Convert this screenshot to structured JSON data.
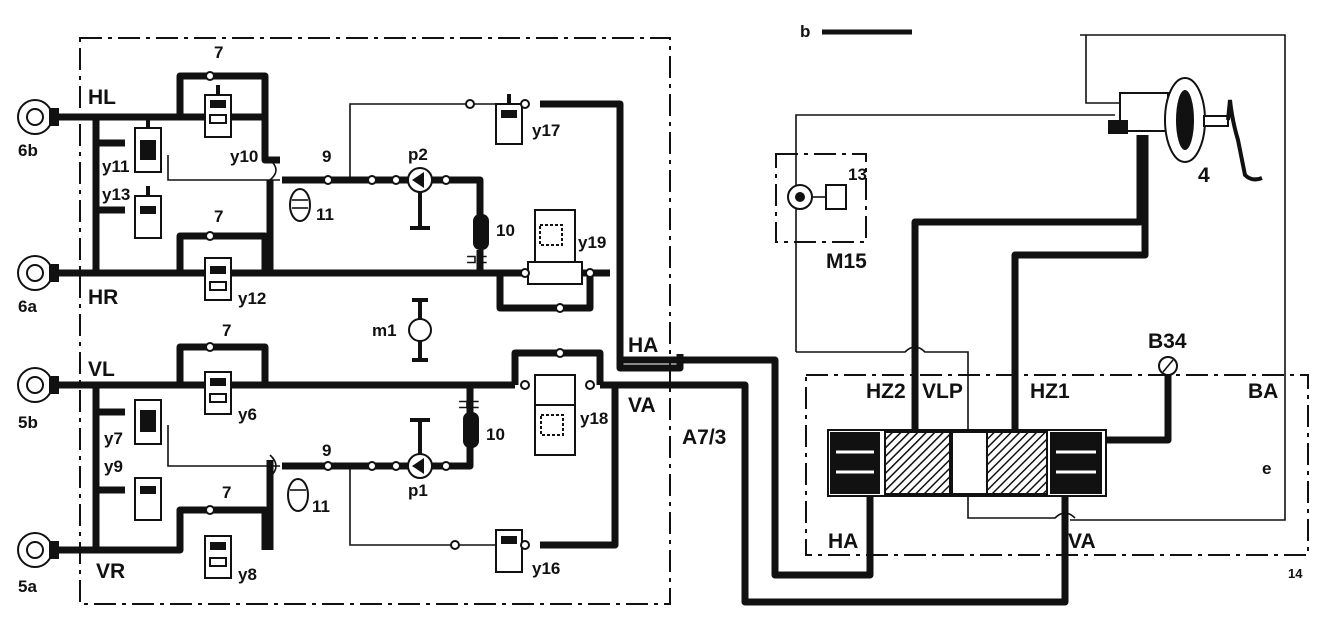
{
  "diagram": {
    "labels": {
      "b": "b",
      "hl": "HL",
      "hr": "HR",
      "vl": "VL",
      "vr": "VR",
      "wheel_6b": "6b",
      "wheel_6a": "6a",
      "wheel_5b": "5b",
      "wheel_5a": "5a",
      "n7_a": "7",
      "n7_b": "7",
      "n7_c": "7",
      "n7_d": "7",
      "y10": "y10",
      "y11": "y11",
      "y13": "y13",
      "y12": "y12",
      "y6": "y6",
      "y7": "y7",
      "y9": "y9",
      "y8": "y8",
      "n9_a": "9",
      "n9_b": "9",
      "n11_a": "11",
      "n11_b": "11",
      "p2": "p2",
      "p1": "p1",
      "n10_a": "10",
      "n10_b": "10",
      "y17": "y17",
      "y19": "y19",
      "y18": "y18",
      "y16": "y16",
      "m1": "m1",
      "ha": "HA",
      "va": "VA",
      "a73": "A7/3",
      "n13": "13",
      "m15": "M15",
      "n4": "4",
      "b34": "B34",
      "hz2": "HZ2",
      "vlp": "VLP",
      "hz1": "HZ1",
      "ba": "BA",
      "e": "e",
      "ha2": "HA",
      "va2": "VA",
      "n14": "14"
    }
  }
}
